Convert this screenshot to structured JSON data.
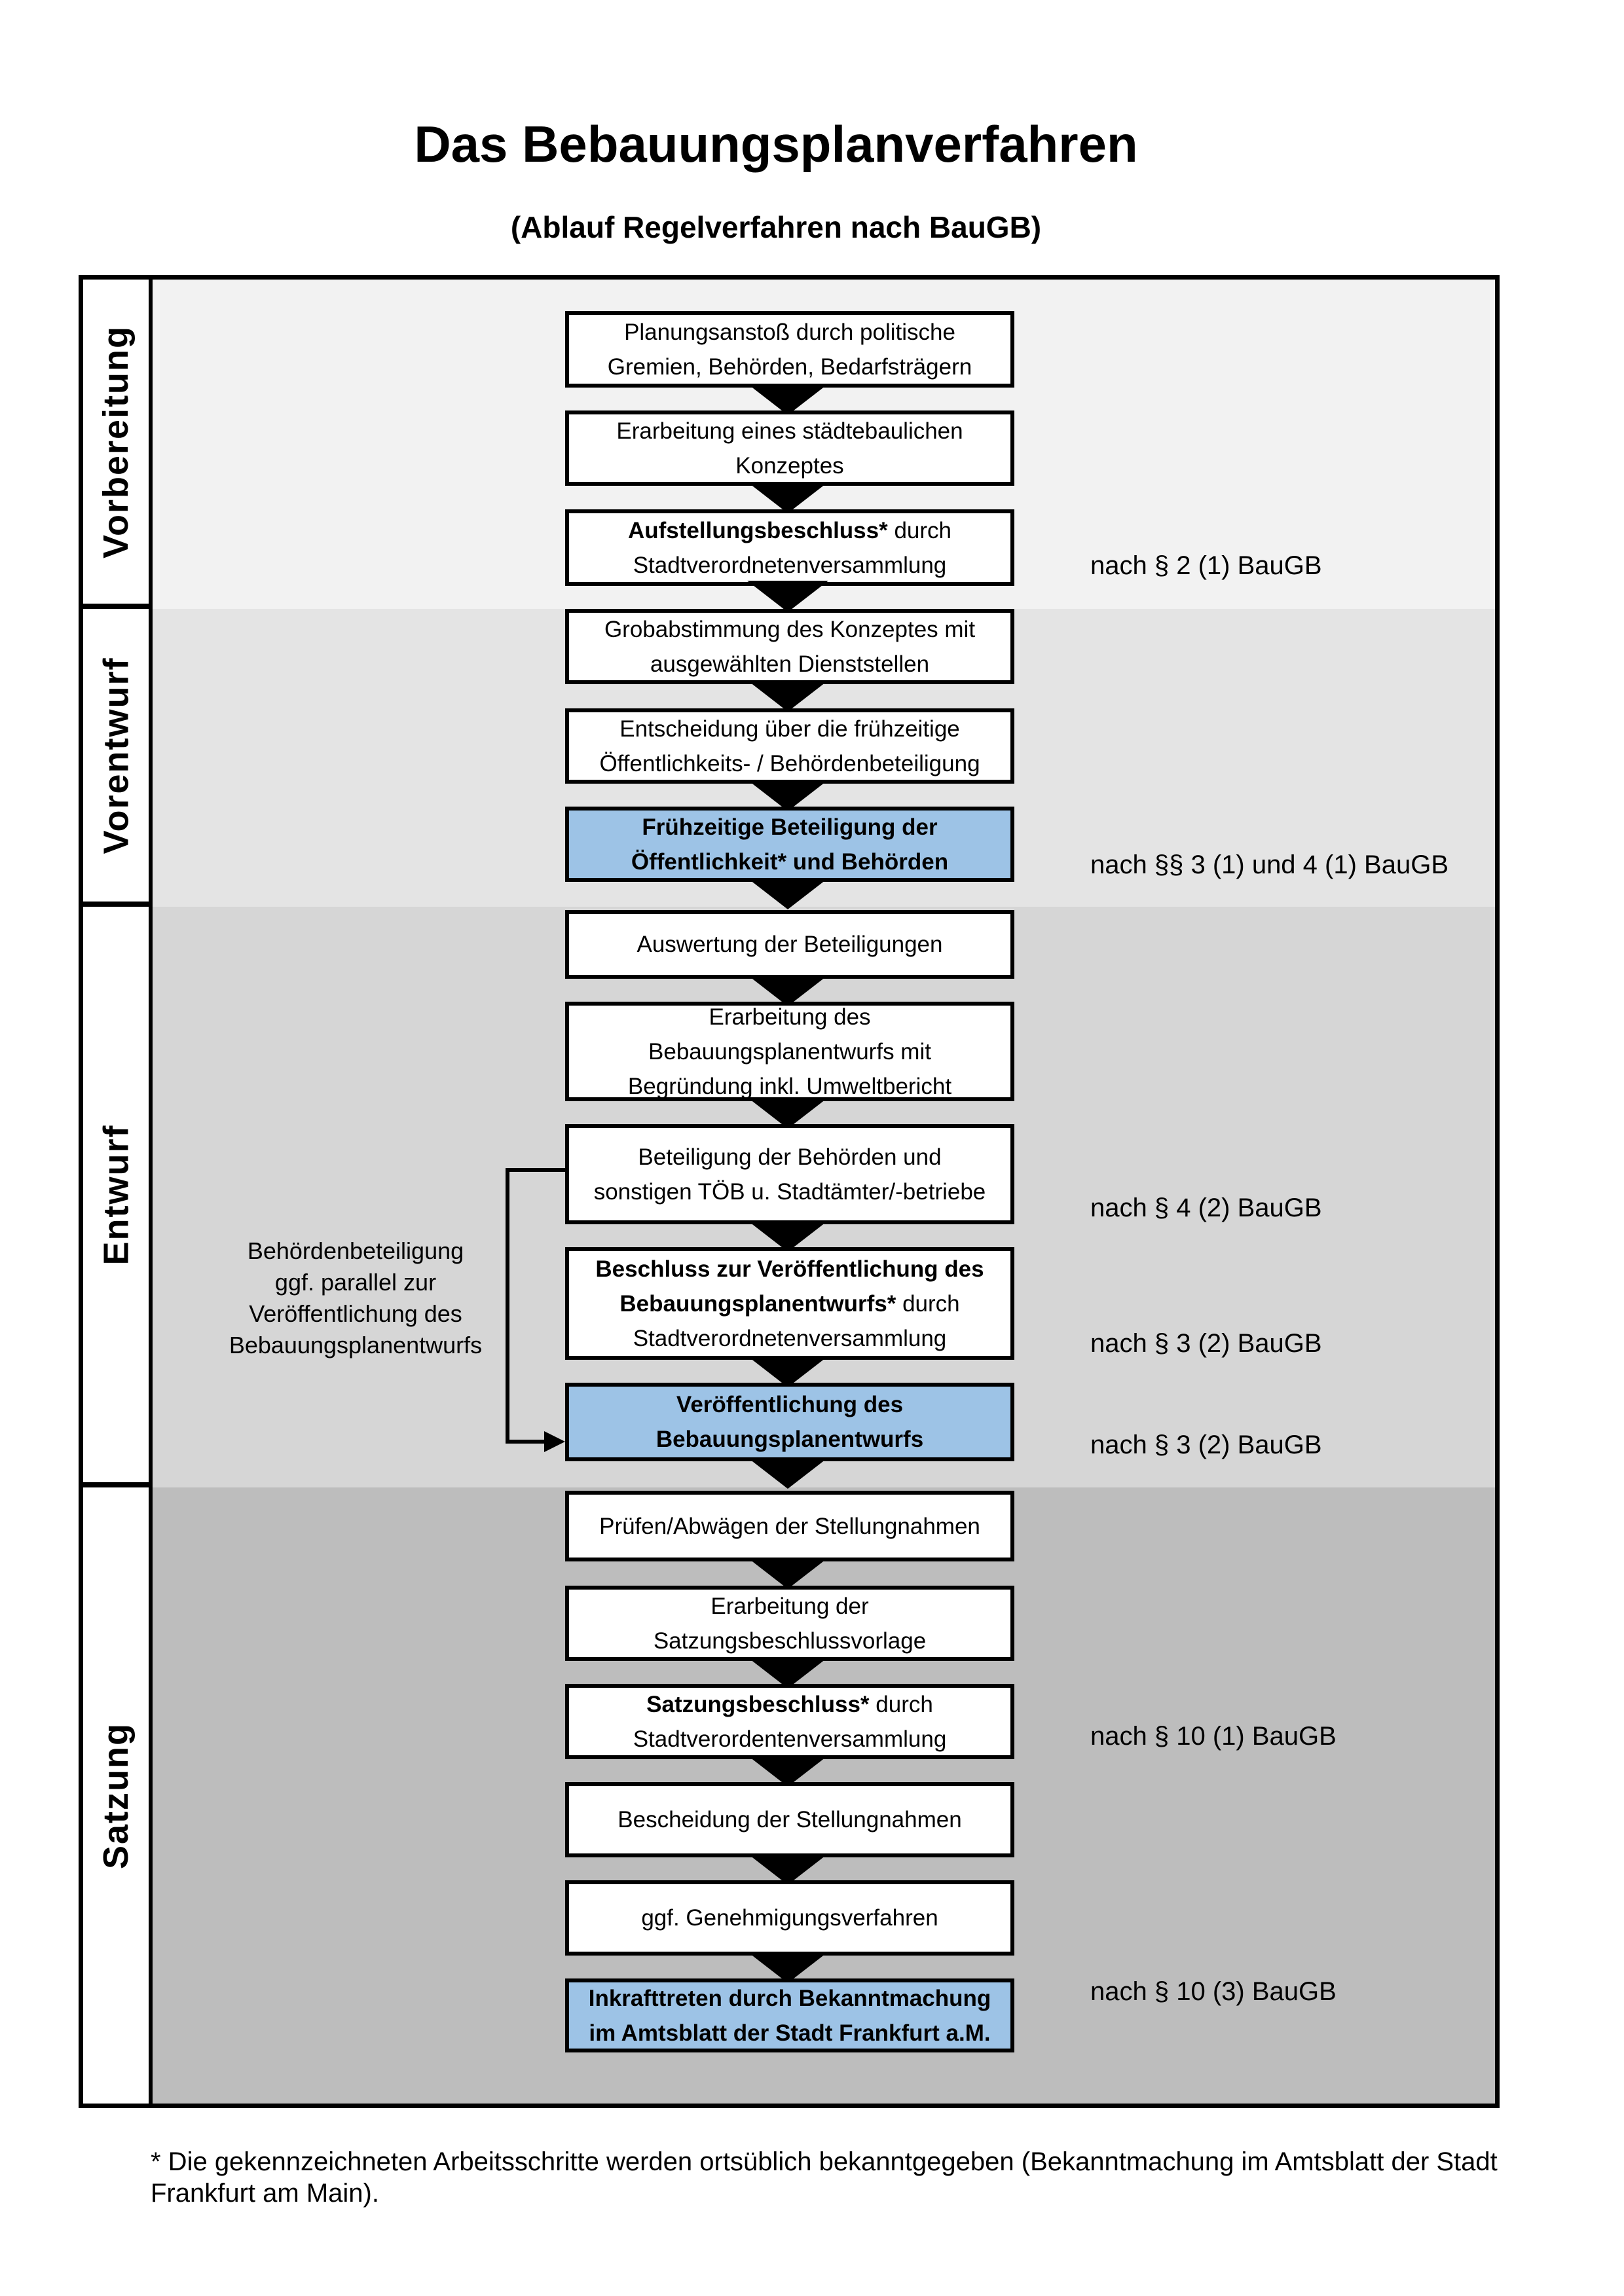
{
  "title": "Das Bebauungsplanverfahren",
  "subtitle": "(Ablauf Regelverfahren nach BauGB)",
  "phases": [
    "Vorbereitung",
    "Vorentwurf",
    "Entwurf",
    "Satzung"
  ],
  "boxes": [
    {
      "bold": "",
      "rest": "Planungsanstoß durch politische\nGremien, Behörden, Bedarfsträgern"
    },
    {
      "bold": "",
      "rest": "Erarbeitung eines städtebaulichen\nKonzeptes"
    },
    {
      "bold": "Aufstellungsbeschluss*",
      "rest": " durch\nStadtverordnetenversammlung"
    },
    {
      "bold": "",
      "rest": "Grobabstimmung des Konzeptes mit\nausgewählten Dienststellen"
    },
    {
      "bold": "",
      "rest": "Entscheidung über die frühzeitige\nÖffentlichkeits- / Behördenbeteiligung"
    },
    {
      "bold": "Frühzeitige Beteiligung der\nÖffentlichkeit* und Behörden",
      "rest": ""
    },
    {
      "bold": "",
      "rest": "Auswertung der Beteiligungen"
    },
    {
      "bold": "",
      "rest": "Erarbeitung des\nBebauungsplanentwurfs mit\nBegründung inkl. Umweltbericht"
    },
    {
      "bold": "",
      "rest": "Beteiligung der Behörden und\nsonstigen TÖB u. Stadtämter/-betriebe"
    },
    {
      "bold": "Beschluss zur Veröffentlichung des\nBebauungsplanentwurfs*",
      "rest": " durch\nStadtverordnetenversammlung"
    },
    {
      "bold": "Veröffentlichung des\nBebauungsplanentwurfs",
      "rest": ""
    },
    {
      "bold": "",
      "rest": "Prüfen/Abwägen der Stellungnahmen"
    },
    {
      "bold": "",
      "rest": "Erarbeitung der\nSatzungsbeschlussvorlage"
    },
    {
      "bold": "Satzungsbeschluss*",
      "rest": " durch\nStadtverordentenversammlung"
    },
    {
      "bold": "",
      "rest": "Bescheidung der Stellungnahmen"
    },
    {
      "bold": "",
      "rest": "ggf. Genehmigungsverfahren"
    },
    {
      "bold": "Inkrafttreten",
      "rest": " durch Bekanntmachung\nim Amtsblatt der Stadt Frankfurt a.M."
    }
  ],
  "legal_refs": [
    "nach § 2 (1) BauGB",
    "nach §§ 3 (1) und 4 (1) BauGB",
    "nach § 4 (2) BauGB",
    "nach § 3 (2) BauGB",
    "nach § 3 (2) BauGB",
    "nach § 10 (1) BauGB",
    "nach § 10 (3) BauGB"
  ],
  "side_note": "Behördenbeteiligung\nggf. parallel zur\nVeröffentlichung des\nBebauungsplanentwurfs",
  "footnote": "* Die gekennzeichneten Arbeitsschritte werden ortsüblich bekanntgegeben (Bekanntmachung im Amtsblatt  der Stadt\nFrankfurt am Main).",
  "colors": {
    "highlight": "#9dc3e6",
    "bands": [
      "#f2f2f2",
      "#e4e4e4",
      "#d6d6d6",
      "#bdbdbd"
    ],
    "border": "#000000"
  }
}
